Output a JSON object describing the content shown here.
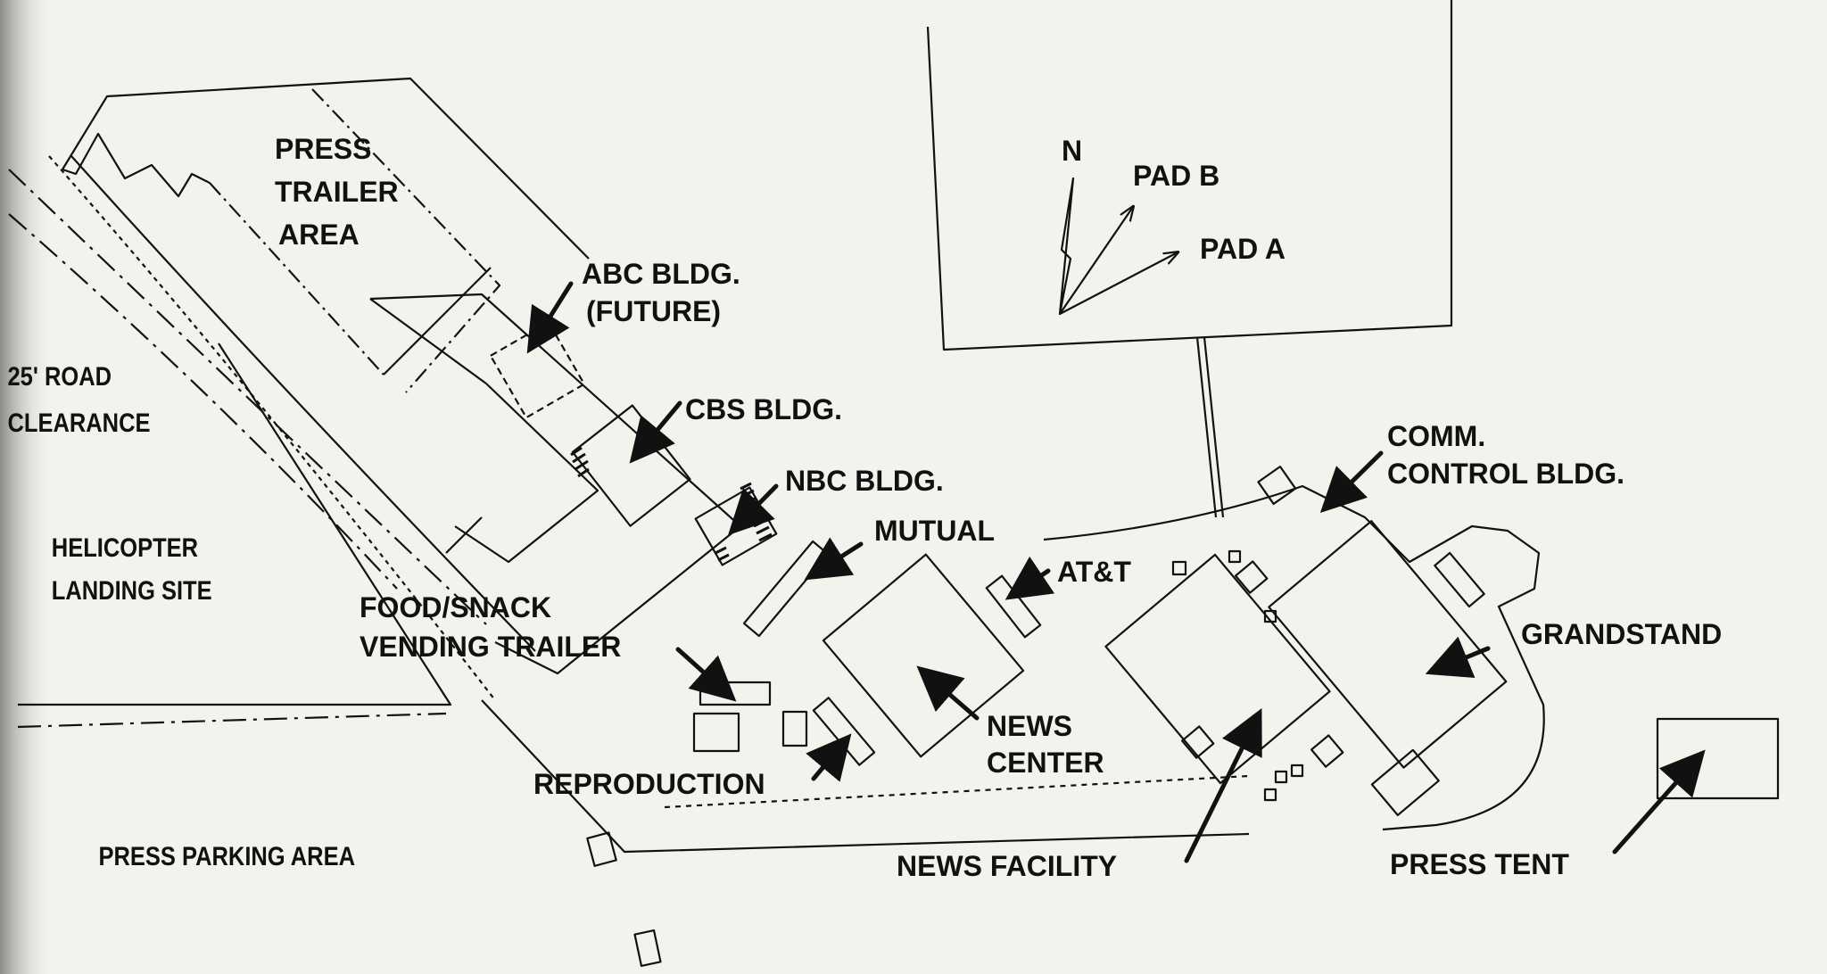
{
  "colors": {
    "paper": "#f4f2ec",
    "ink": "#111111",
    "binding_shadow": "#8b8b86"
  },
  "labels": {
    "press_trailer_1": "PRESS",
    "press_trailer_2": "TRAILER",
    "press_trailer_3": "AREA",
    "abc_1": "ABC BLDG.",
    "abc_2": "(FUTURE)",
    "cbs": "CBS BLDG.",
    "nbc": "NBC BLDG.",
    "mutual": "MUTUAL",
    "att": "AT&T",
    "road_1": "25' ROAD",
    "road_2": "CLEARANCE",
    "heli_1": "HELICOPTER",
    "heli_2": "LANDING SITE",
    "food_1": "FOOD/SNACK",
    "food_2": "VENDING TRAILER",
    "news_center_1": "NEWS",
    "news_center_2": "CENTER",
    "reproduction": "REPRODUCTION",
    "press_parking": "PRESS PARKING AREA",
    "news_facility": "NEWS FACILITY",
    "comm_1": "COMM.",
    "comm_2": "CONTROL BLDG.",
    "grandstand": "GRANDSTAND",
    "press_tent": "PRESS TENT",
    "north": "N",
    "pad_b": "PAD B",
    "pad_a": "PAD A"
  },
  "icons": {
    "north_arrow": "north-arrow-icon",
    "pointer_arrows": "arrow-icon"
  }
}
